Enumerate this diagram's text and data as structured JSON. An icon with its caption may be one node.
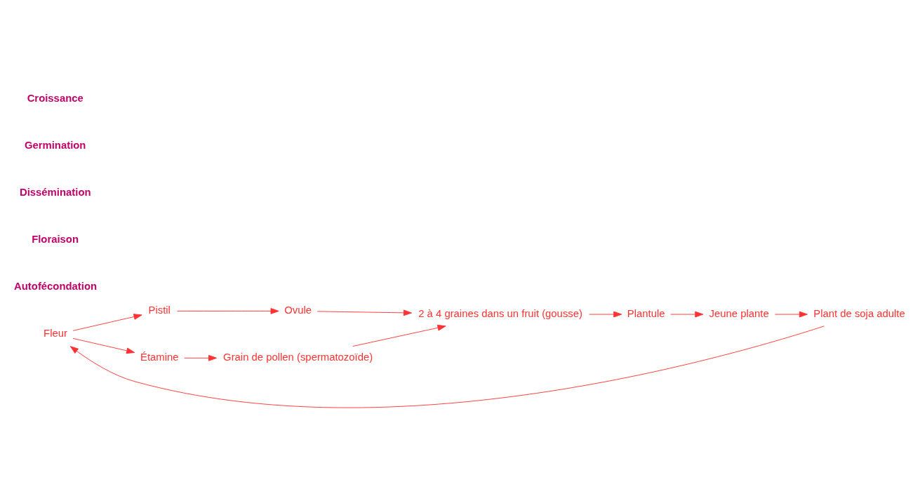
{
  "diagram": {
    "nodes": [
      {
        "text": [
          "Pistil"
        ]
      },
      {
        "text": [
          "Ovule"
        ]
      },
      {
        "text": [
          "Étamine"
        ]
      },
      {
        "text": [
          "Grain de pollen (spermatozoïde)"
        ]
      },
      {
        "text": [
          "Fleur"
        ]
      },
      {
        "text": [
          "2 à 4 graines dans un fruit (gousse)"
        ]
      },
      {
        "text": [
          "Plant de soja adulte"
        ]
      },
      {
        "text": [
          "Jeune plante"
        ]
      },
      {
        "text": [
          "Plantule"
        ]
      }
    ],
    "edges": [
      {
        "from": 4,
        "to": 0,
        "arrow": "to"
      },
      {
        "from": 4,
        "to": 2,
        "arrow": "to"
      },
      {
        "from": 0,
        "to": 1,
        "arrow": "to"
      },
      {
        "from": 2,
        "to": 3,
        "arrow": "to"
      },
      {
        "from": 1,
        "to": 5,
        "arrow": "to"
      },
      {
        "from": 3,
        "to": 5,
        "arrow": "to"
      },
      {
        "from": 5,
        "to": 8,
        "arrow": "to"
      },
      {
        "from": 8,
        "to": 7,
        "arrow": "to"
      },
      {
        "from": 7,
        "to": 6,
        "arrow": "to"
      },
      {
        "from": 6,
        "to": 4,
        "arrow": "to"
      }
    ],
    "labels": [
      "Autofécondation",
      "Floraison",
      "Dissémination",
      "Germination",
      "Croissance"
    ]
  }
}
